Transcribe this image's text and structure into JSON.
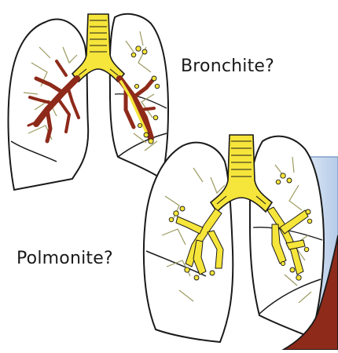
{
  "labels": {
    "top": "Bronchite?",
    "bottom": "Polmonite?"
  },
  "colors": {
    "outline": "#1a1a1a",
    "lung_fill": "#ffffff",
    "trachea_yellow": "#f6e53a",
    "inflamed_red": "#8e2a1a",
    "vessel_olive": "#9c9a60",
    "blue_panel": "#c9d9ee",
    "blue_panel_edge": "#7fa0c8"
  },
  "figures": [
    {
      "name": "lungs-bronchitis",
      "condition_label": "top"
    },
    {
      "name": "lungs-pneumonia",
      "condition_label": "bottom"
    }
  ]
}
